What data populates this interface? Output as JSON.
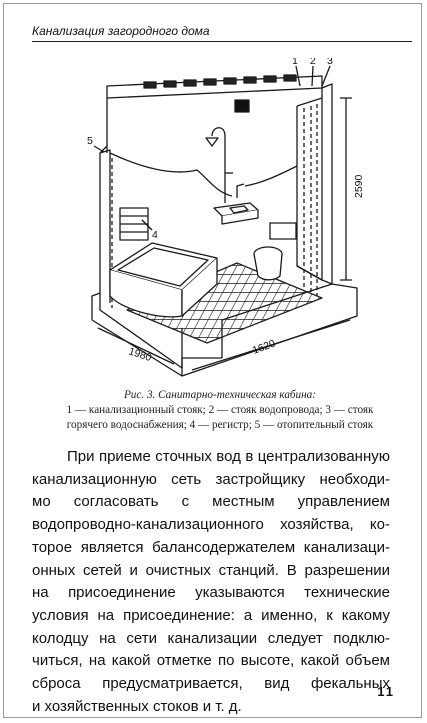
{
  "running_head": "Канализация загородного дома",
  "figure": {
    "callouts": [
      "1",
      "2",
      "3",
      "4",
      "5"
    ],
    "dimensions": {
      "length": "1980",
      "width": "1620",
      "height": "2590"
    }
  },
  "caption": {
    "title": "Рис. 3. Санитарно-техническая кабина:",
    "line1": "1 — канализационный стояк; 2 — стояк водопровода; 3 — стояк",
    "line2": "горячего водоснабжения; 4 — регистр; 5 — отопительный стояк"
  },
  "body": {
    "lines": [
      "При приеме сточных вод в централизованную",
      "канализационную сеть застройщику необходи-",
      "мо согласовать с местным управлением",
      "водопроводно-канализационного хозяйства, ко-",
      "торое является балансодержателем канализаци-",
      "онных сетей и очистных станций. В разрешении",
      "на присоединение указываются технические",
      "условия на присоединение: а именно, к какому",
      "колодцу на сети канализации следует подклю-",
      "читься, на какой отметке по высоте, какой объем",
      "сброса предусматривается, вид фекальных",
      "и хозяйственных стоков и т. д."
    ]
  },
  "page_number": "11"
}
